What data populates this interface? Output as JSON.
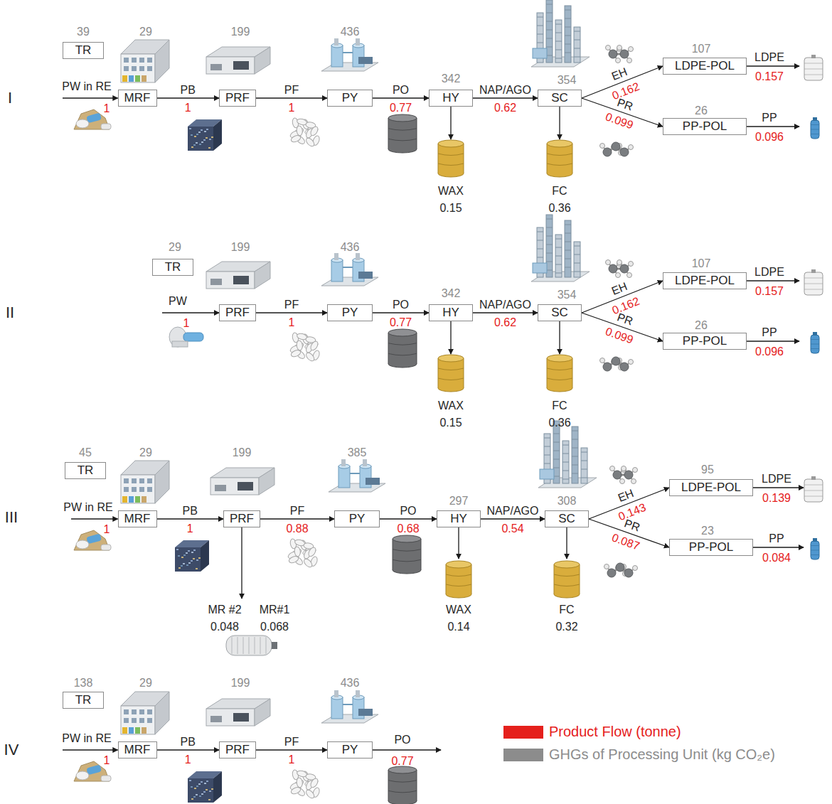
{
  "diagram": {
    "nodes": [
      {
        "text": [
          "TR"
        ]
      },
      {
        "text": [
          "MRF"
        ]
      },
      {
        "text": [
          "PRF"
        ]
      },
      {
        "text": [
          "PY"
        ]
      },
      {
        "text": [
          "HY"
        ]
      },
      {
        "text": [
          "SC"
        ]
      },
      {
        "text": [
          "LDPE-POL"
        ]
      },
      {
        "text": [
          "PP-POL"
        ]
      },
      {
        "text": [
          "TR"
        ]
      },
      {
        "text": [
          "PRF"
        ]
      },
      {
        "text": [
          "PY"
        ]
      },
      {
        "text": [
          "HY"
        ]
      },
      {
        "text": [
          "SC"
        ]
      },
      {
        "text": [
          "LDPE-POL"
        ]
      },
      {
        "text": [
          "PP-POL"
        ]
      },
      {
        "text": [
          "TR"
        ]
      },
      {
        "text": [
          "MRF"
        ]
      },
      {
        "text": [
          "PRF"
        ]
      },
      {
        "text": [
          "PY"
        ]
      },
      {
        "text": [
          "HY"
        ]
      },
      {
        "text": [
          "SC"
        ]
      },
      {
        "text": [
          "LDPE-POL"
        ]
      },
      {
        "text": [
          "PP-POL"
        ]
      },
      {
        "text": [
          "TR"
        ]
      },
      {
        "text": [
          "MRF"
        ]
      },
      {
        "text": [
          "PRF"
        ]
      },
      {
        "text": [
          "PY"
        ]
      }
    ],
    "edges": [
      {
        "from": 1,
        "to": 2,
        "arrow": "to",
        "label": "PB"
      },
      {
        "from": 2,
        "to": 3,
        "arrow": "to",
        "label": "PF"
      },
      {
        "from": 3,
        "to": 4,
        "arrow": "to",
        "label": "PO"
      },
      {
        "from": 4,
        "to": 5,
        "arrow": "to",
        "label": "NAP/AGO"
      },
      {
        "from": 5,
        "to": 6,
        "arrow": "to",
        "label": "EH"
      },
      {
        "from": 5,
        "to": 7,
        "arrow": "to",
        "label": "PR"
      },
      {
        "from": 9,
        "to": 10,
        "arrow": "to",
        "label": "PF"
      },
      {
        "from": 10,
        "to": 11,
        "arrow": "to",
        "label": "PO"
      },
      {
        "from": 11,
        "to": 12,
        "arrow": "to",
        "label": "NAP/AGO"
      },
      {
        "from": 12,
        "to": 13,
        "arrow": "to",
        "label": "EH"
      },
      {
        "from": 12,
        "to": 14,
        "arrow": "to",
        "label": "PR"
      },
      {
        "from": 16,
        "to": 17,
        "arrow": "to",
        "label": "PB"
      },
      {
        "from": 17,
        "to": 18,
        "arrow": "to",
        "label": "PF"
      },
      {
        "from": 18,
        "to": 19,
        "arrow": "to",
        "label": "PO"
      },
      {
        "from": 19,
        "to": 20,
        "arrow": "to",
        "label": "NAP/AGO"
      },
      {
        "from": 20,
        "to": 21,
        "arrow": "to",
        "label": "EH"
      },
      {
        "from": 20,
        "to": 22,
        "arrow": "to",
        "label": "PR"
      },
      {
        "from": 24,
        "to": 25,
        "arrow": "to",
        "label": "PB"
      },
      {
        "from": 25,
        "to": 26,
        "arrow": "to",
        "label": "PF"
      }
    ],
    "labels": [
      "I",
      "39",
      "29",
      "199",
      "436",
      "342",
      "354",
      "107",
      "26",
      "PW in RE",
      "1",
      "1",
      "1",
      "0.77",
      "0.62",
      "0.162",
      "0.099",
      "LDPE",
      "0.157",
      "PP",
      "0.096",
      "WAX",
      "0.15",
      "FC",
      "0.36",
      "II",
      "29",
      "199",
      "436",
      "342",
      "354",
      "107",
      "26",
      "PW",
      "1",
      "1",
      "0.77",
      "0.62",
      "0.162",
      "0.099",
      "LDPE",
      "0.157",
      "PP",
      "0.096",
      "WAX",
      "0.15",
      "FC",
      "0.36",
      "III",
      "45",
      "29",
      "199",
      "385",
      "297",
      "308",
      "95",
      "23",
      "PW in RE",
      "1",
      "1",
      "0.88",
      "0.68",
      "0.54",
      "0.143",
      "0.087",
      "LDPE",
      "0.139",
      "PP",
      "0.084",
      "MR #2",
      "MR#1",
      "0.048",
      "0.068",
      "WAX",
      "0.14",
      "FC",
      "0.32",
      "IV",
      "138",
      "29",
      "199",
      "436",
      "PW in RE",
      "1",
      "1",
      "1",
      "PO",
      "0.77"
    ],
    "legend": [
      {
        "text": "Product Flow (tonne)",
        "color": "#e5201c"
      },
      {
        "text": "GHGs of Processing Unit (kg CO₂e)",
        "color": "#8c8c8c"
      }
    ]
  }
}
